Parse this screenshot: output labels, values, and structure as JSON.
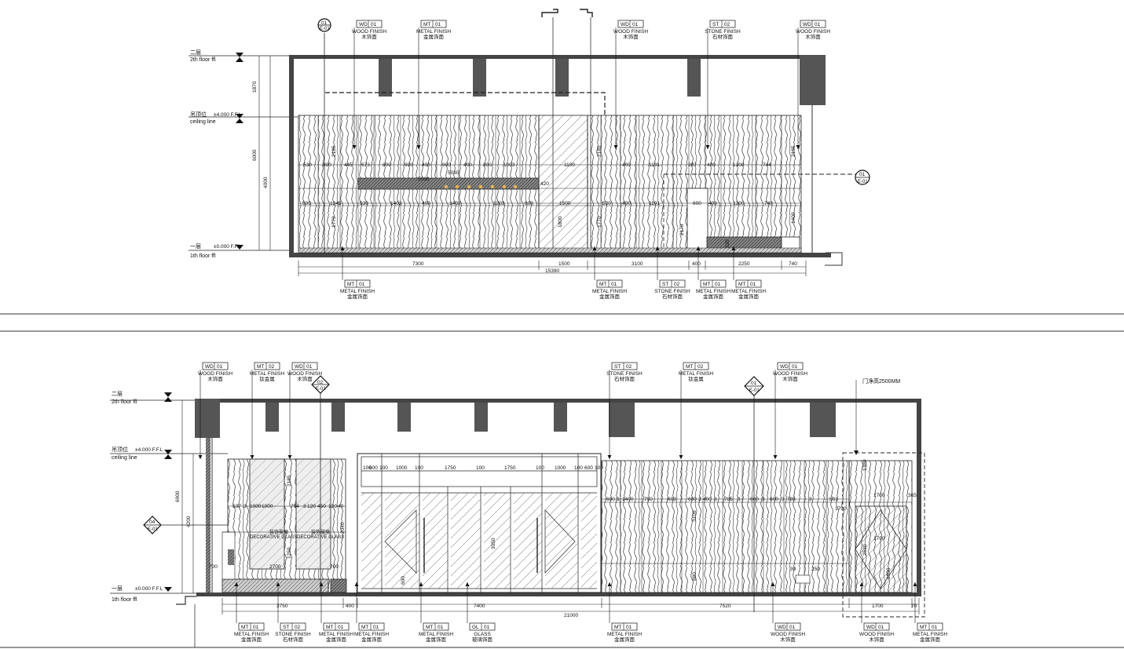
{
  "elevation_top": {
    "levels": {
      "upper_cn": "二层",
      "upper_en": "2th floor ffl",
      "ceiling_cn": "吊顶位",
      "ceiling_elev": "±4.000 F.F.L",
      "ceiling_en": "ceiling line",
      "lower_cn": "一层",
      "lower_elev": "±0.000 F.F.L",
      "lower_en": "1th floor ffl"
    },
    "vertical_dims": {
      "d1": "1870",
      "d2": "6000",
      "d3": "4000"
    },
    "markers": {
      "left": {
        "num": "01",
        "ref": "E-01"
      },
      "right": {
        "num": "01",
        "ref": "E-01"
      }
    },
    "callouts_top": [
      {
        "code": "WD",
        "no": "01",
        "en": "WOOD FINISH",
        "cn": "木饰面"
      },
      {
        "code": "MT",
        "no": "01",
        "en": "METAL FINISH",
        "cn": "金属饰面"
      },
      {
        "code": "WD",
        "no": "01",
        "en": "WOOD FINISH",
        "cn": "木饰面"
      },
      {
        "code": "ST",
        "no": "02",
        "en": "STONE FINISH",
        "cn": "石材饰面"
      },
      {
        "code": "WD",
        "no": "01",
        "en": "WOOD FINISH",
        "cn": "木饰面"
      }
    ],
    "callouts_bottom": [
      {
        "code": "MT",
        "no": "01",
        "en": "METAL FINISH",
        "cn": "金属饰面"
      },
      {
        "code": "MT",
        "no": "01",
        "en": "METAL FINISH",
        "cn": "金属饰面"
      },
      {
        "code": "ST",
        "no": "02",
        "en": "STONE FINISH",
        "cn": "石材饰面"
      },
      {
        "code": "MT",
        "no": "01",
        "en": "METAL FINISH",
        "cn": "金属饰面"
      },
      {
        "code": "MT",
        "no": "01",
        "en": "METAL FINISH",
        "cn": "金属饰面"
      }
    ],
    "bottom_dims": {
      "a": "7300",
      "b": "1500",
      "c": "3100",
      "d": "400",
      "e": "2250",
      "f": "740",
      "total": "15390"
    },
    "row1_dims": [
      "530",
      "800",
      "445",
      "673",
      "800",
      "800",
      "400",
      "800",
      "400",
      "800",
      "1003",
      "1100",
      "400",
      "1191",
      "397",
      "400",
      "1300",
      "744"
    ],
    "row2_dims": [
      "509",
      "1245",
      "530",
      "1403",
      "400",
      "1403",
      "1203",
      "603",
      "1500",
      "520",
      "400",
      "1191",
      "600",
      "400",
      "1300",
      "740"
    ],
    "misc_dims": {
      "shelf": "5030",
      "shelf2": "5030",
      "v1": "2185",
      "v2": "2185",
      "v3": "2185",
      "v4": "1770",
      "v5": "1800",
      "v6": "1770",
      "v7": "1400",
      "h1": "420",
      "h2": "2170",
      "h3": "320"
    }
  },
  "elevation_bottom": {
    "levels": {
      "upper_cn": "二层",
      "upper_en": "2th floor ffl",
      "ceiling_cn": "吊顶位",
      "ceiling_elev": "±4.000 F.F.L",
      "ceiling_en": "ceiling line",
      "lower_cn": "一层",
      "lower_elev": "±0.000 F.F.L",
      "lower_en": "1th floor ffl"
    },
    "vertical_dims": {
      "d1": "6000",
      "d2": "4200"
    },
    "markers": {
      "m02": {
        "num": "02",
        "ref": "E-01"
      },
      "m01": {
        "num": "01",
        "ref": "E-01"
      },
      "m04": {
        "num": "04",
        "ref": "E-01"
      }
    },
    "note": "门净高2500MM",
    "callouts_top": [
      {
        "code": "WD",
        "no": "01",
        "en": "WOOD FINISH",
        "cn": "木饰面"
      },
      {
        "code": "MT",
        "no": "02",
        "en": "METAL FINISH",
        "cn": "钛金属"
      },
      {
        "code": "WD",
        "no": "01",
        "en": "WOOD FINISH",
        "cn": "木饰面"
      },
      {
        "code": "ST",
        "no": "02",
        "en": "STONE FINISH",
        "cn": "石材饰面"
      },
      {
        "code": "MT",
        "no": "02",
        "en": "METAL FINISH",
        "cn": "钛金属"
      },
      {
        "code": "WD",
        "no": "01",
        "en": "WOOD FINISH",
        "cn": "木饰面"
      }
    ],
    "callouts_bottom": [
      {
        "code": "MT",
        "no": "01",
        "en": "METAL FINISH",
        "cn": "金属饰面"
      },
      {
        "code": "ST",
        "no": "02",
        "en": "STONE FINISH",
        "cn": "石材饰面"
      },
      {
        "code": "MT",
        "no": "01",
        "en": "METAL FINISH",
        "cn": "金属饰面"
      },
      {
        "code": "MT",
        "no": "01",
        "en": "METAL FINISH",
        "cn": "金属饰面"
      },
      {
        "code": "MT",
        "no": "01",
        "en": "METAL FINISH",
        "cn": "金属饰面"
      },
      {
        "code": "GL",
        "no": "01",
        "en": "GLASS",
        "cn": "玻璃饰面"
      },
      {
        "code": "MT",
        "no": "01",
        "en": "METAL FINISH",
        "cn": "金属饰面"
      },
      {
        "code": "WD",
        "no": "01",
        "en": "WOOD FINISH",
        "cn": "木饰面"
      },
      {
        "code": "WD",
        "no": "01",
        "en": "WOOD FINISH",
        "cn": "木饰面"
      },
      {
        "code": "MT",
        "no": "01",
        "en": "METAL FINISH",
        "cn": "金属饰面"
      }
    ],
    "bottom_dims": {
      "a": "3750",
      "b": "400",
      "c": "7400",
      "d": "7520",
      "e": "1700",
      "f": "70",
      "total": "21000"
    },
    "glass_top_dims": [
      "100",
      "600",
      "100",
      "1000",
      "100",
      "1750",
      "100",
      "1750",
      "100",
      "1000",
      "100",
      "600",
      "100"
    ],
    "wall_dims": [
      "600",
      "3",
      "1400",
      "750",
      "603",
      "600",
      "3",
      "400",
      "3",
      "785",
      "3",
      "600",
      "3",
      "600",
      "3",
      "785",
      "3",
      "503"
    ],
    "left_dims": [
      "537",
      "3",
      "1000",
      "1000",
      "794",
      "3",
      "120",
      "450",
      "120",
      "40"
    ],
    "misc_dims": {
      "v1": "2185",
      "v2": "1250",
      "v3": "3050",
      "v4": "3100",
      "v5": "2520",
      "v6": "1600",
      "v7": "1700",
      "v8": "1380",
      "v9": "1700",
      "h1": "2040",
      "h2": "700",
      "h3": "700",
      "h4": "600",
      "h5": "880",
      "h6": "1700",
      "h7": "365",
      "h8": "30",
      "h9": "250",
      "h10": "2700"
    },
    "label_left": "装饰玻璃",
    "label_left_en": "DECORATIVE GLASS",
    "label_mid": "装饰玻璃",
    "label_mid_en": "DECORATIVE GLASS"
  }
}
